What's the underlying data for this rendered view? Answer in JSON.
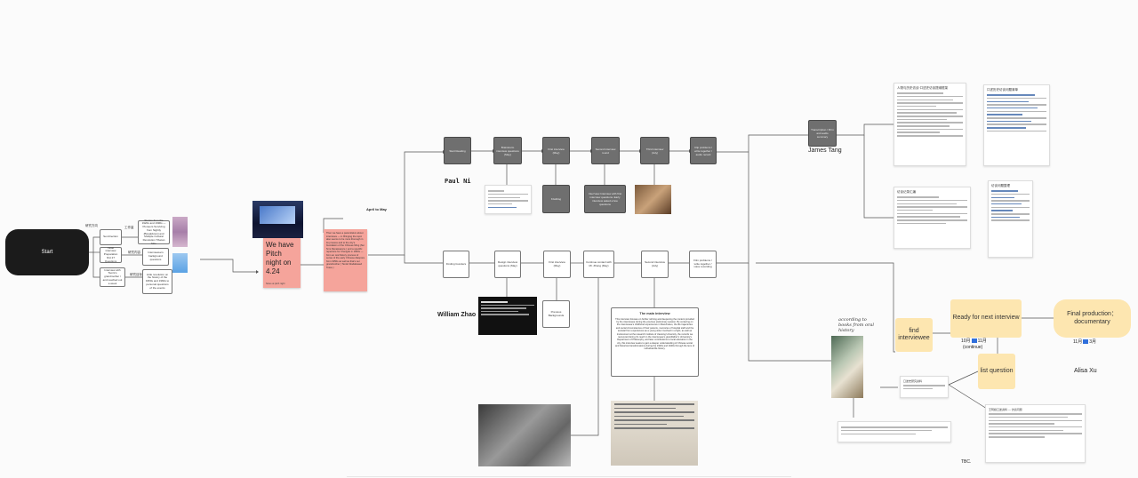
{
  "start": {
    "label": "Start"
  },
  "branches": {
    "label_top": "研究方向",
    "label_mid": "研究内容",
    "label_bottom": "研究目标",
    "label_extra": "工作量",
    "b1": "Set direction",
    "b2": "Initial interview Preparation first 27 Questions",
    "b3": "Interview with Tsoris's grandmother / and reached out a week",
    "r1": "Stories from the 1920s and 1990s — Pioneers Surviving from Nightly (Breakdown) and Multiple Cultural Revolution Tibetan fake",
    "r2": "Interviewee's background questions",
    "r3": "Little revolution on the history of the 1950s and 1960s to personal questions of the events"
  },
  "pitch": {
    "title": "We have Pitch night on 4.24",
    "footer": "Notes at pitch night"
  },
  "april": {
    "label": "April to May",
    "note": "Then we have a parent/alum about interviews — A. Bringing the topic also seems to be more thorough in its process and to the city's foundation of the Chinese Ming (Sui Ni is Renaissance ) and a specific repertoire for Chengdu in 1900s — from an oral history process of sense of the early Chinese diaspora from 1950s as well as that's our grandmother ( Tendu Wudabased Tosss )"
  },
  "top_row": {
    "s1": "Start Reading",
    "s2": "Brainstorm interview questions (May)",
    "s3": "First interview (May)",
    "s4": "Second interview round",
    "s5": "Third interview (July)",
    "s6": "Clip problems / write together / audio record"
  },
  "top_notes": {
    "n1": "Kiwiblog",
    "n2": "Inter'view Interview with first interview questions. Early interview asked a few questions"
  },
  "bottom_row": {
    "s1": "Finding founders",
    "s2": "Design interview questions (May)",
    "s3": "First interview (May)",
    "s4": "Continue contact with Mr. Zhang (May)",
    "s5": "Second interview (July)",
    "s6": "Film problems / write together / voice recording"
  },
  "previous_bg": "Previous Backgrounds",
  "note_main": {
    "title": "The main interview",
    "body": "This interview focuses on further refining and deepening the content provided by the interviewee during the previous preliminary session. By centering on the interviewee's childhood experiences in Manchukuo, the life trajectories and social circumstances of their parents, memories of hospital staff and the societal from experiences as a young sister involved in a fight, as well as involvement at the research institute of Jiaotong University, the records we recovered during it's reach in the interviewee's grandfather's University's Department of Philosophy, and later contributions to local education in the city, this interview seeks to gain a deeper understanding of Chinese social and historical transformations during the 1920s and 1940s through the lens of individual life history."
  },
  "people": {
    "paul": "Paul Ni",
    "william": "William Zhao",
    "james": "James Tang",
    "alisa": "Alisa Xu"
  },
  "james_box": "Transcription / fill in and audio summary",
  "right": {
    "hand_note": "according to books from oral history",
    "find": "find interviewee",
    "ready": "Ready for next interview",
    "list_q": "list question",
    "final": "Final production： documentary",
    "date_oct": "10月",
    "date_nov": "11月",
    "cont": "(continue)",
    "date_final_a": "11月",
    "date_final_b": "3月",
    "tbc": "TBC."
  },
  "docs": {
    "d1": "人物与历史访谈·口述史访谈提纲框架",
    "d2": "口述历史访谈问题清单",
    "d3": "访谈记录汇编",
    "d4": "访谈问题整理",
    "d5": "口述史研究资料",
    "chat": "王阿姨口述资料 — 访谈问题"
  },
  "colors": {
    "pink": "#f5a49b",
    "yellow": "#fde6b0",
    "dark": "#1b1b1b",
    "gray": "#6f6f6f"
  }
}
